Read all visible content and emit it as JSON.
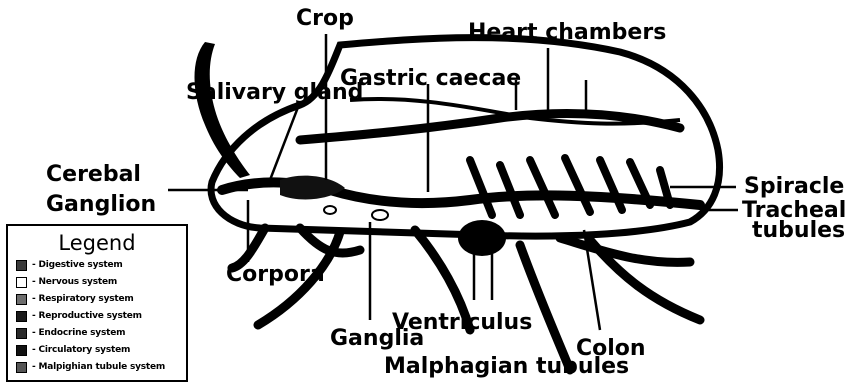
{
  "labels": {
    "crop": "Crop",
    "heart_chambers": "Heart chambers",
    "gastric_caecae": "Gastric caecae",
    "salivary_gland": "Salivary gland",
    "cerebal": "Cerebal",
    "ganglion": "Ganglion",
    "spiracle": "Spiracle",
    "tracheal": "Tracheal",
    "tubules": "tubules",
    "corpora": "Corpora",
    "ventriculus": "Ventriculus",
    "ganglia": "Ganglia",
    "colon": "Colon",
    "malphagian_tubules": "Malphagian tubules"
  },
  "legend": {
    "title": "Legend",
    "items": [
      {
        "text": "- Digestive system",
        "color": "#3a3a3a",
        "pattern": "hatch"
      },
      {
        "text": "- Nervous system",
        "color": "#ffffff",
        "pattern": "none"
      },
      {
        "text": "- Respiratory system",
        "color": "#6e6e6e",
        "pattern": "dots"
      },
      {
        "text": "- Reproductive system",
        "color": "#1a1a1a",
        "pattern": "none"
      },
      {
        "text": "- Endocrine system",
        "color": "#2a2a2a",
        "pattern": "none"
      },
      {
        "text": "- Circulatory system",
        "color": "#111111",
        "pattern": "none"
      },
      {
        "text": "- Malpighian tubule system",
        "color": "#555555",
        "pattern": "grid"
      }
    ]
  }
}
